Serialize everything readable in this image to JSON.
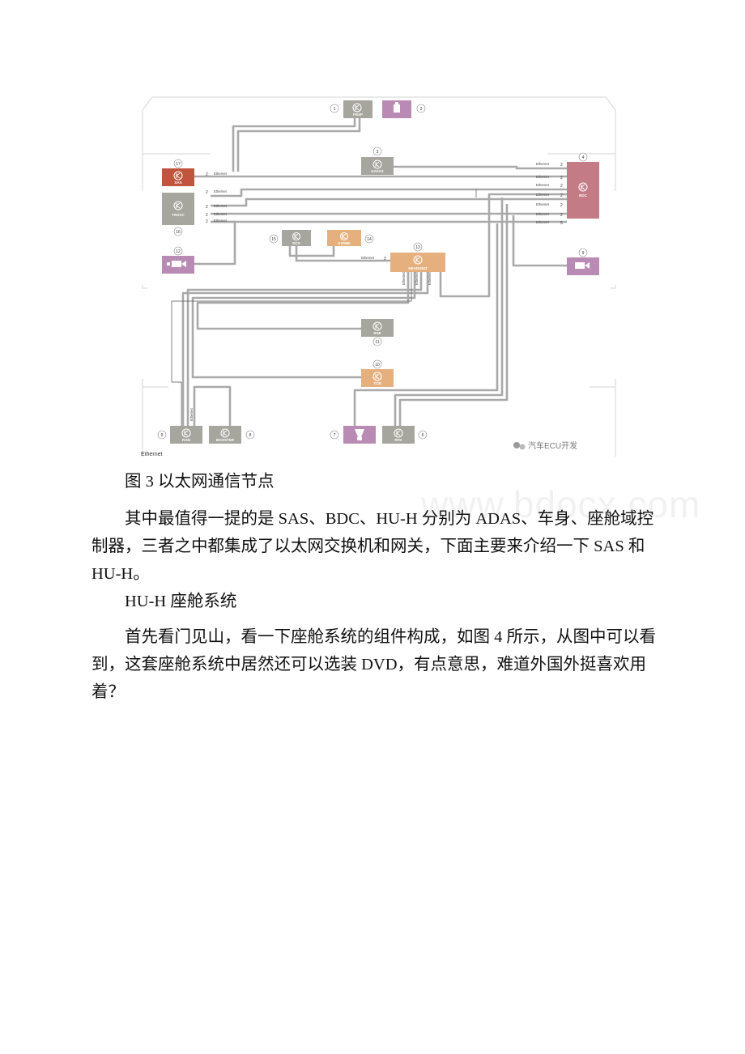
{
  "figure": {
    "nodes": [
      {
        "id": "fbsp",
        "label": "FBSP",
        "number": "1"
      },
      {
        "id": "mic",
        "label": "",
        "number": "2"
      },
      {
        "id": "kafas",
        "label": "KAFAS",
        "number": "3"
      },
      {
        "id": "bdc",
        "label": "BDC",
        "number": "4"
      },
      {
        "id": "rfk",
        "label": "RFK",
        "number": "6"
      },
      {
        "id": "speaker",
        "label": "",
        "number": "7"
      },
      {
        "id": "booster",
        "label": "BOOSTER",
        "number": "8"
      },
      {
        "id": "ram",
        "label": "RAM",
        "number": "9"
      },
      {
        "id": "cam-right",
        "label": "",
        "number": "9"
      },
      {
        "id": "tcb",
        "label": "TCB",
        "number": "10"
      },
      {
        "id": "rse",
        "label": "RSE",
        "number": "11"
      },
      {
        "id": "cam-left",
        "label": "",
        "number": "12"
      },
      {
        "id": "headunit",
        "label": "HEADUNIT",
        "number": "13"
      },
      {
        "id": "kombi",
        "label": "KOMBI",
        "number": "14"
      },
      {
        "id": "dcs",
        "label": "DCS",
        "number": "15"
      },
      {
        "id": "trsvc",
        "label": "TRSVC",
        "number": "16"
      },
      {
        "id": "sas",
        "label": "SAS",
        "number": "17"
      }
    ],
    "ethernet_label": "Ethernet",
    "port_label": "2",
    "bdc_port_5": "5",
    "vertical_port_label": "Ethernet",
    "legend": "Ethernet",
    "watermark_text": "汽车ECU开发",
    "colors": {
      "gray_node": "#a6a59e",
      "orange_node": "#e6b07e",
      "purple_node": "#b98bb4",
      "pink_node": "#c37b86",
      "red_node": "#c1543c",
      "wire": "#a9a9a9",
      "frame": "#dcdcdc"
    }
  },
  "caption": "图 3 以太网通信节点",
  "paragraph1": "其中最值得一提的是 SAS、BDC、HU-H 分别为 ADAS、车身、座舱域控制器，三者之中都集成了以太网交换机和网关，下面主要来介绍一下 SAS 和 HU-H。",
  "heading": "HU-H 座舱系统",
  "paragraph2": "首先看门见山，看一下座舱系统的组件构成，如图 4 所示，从图中可以看到，这套座舱系统中居然还可以选装 DVD，有点意思，难道外国外挺喜欢用着？",
  "page_watermark": "www.bdocx.com"
}
